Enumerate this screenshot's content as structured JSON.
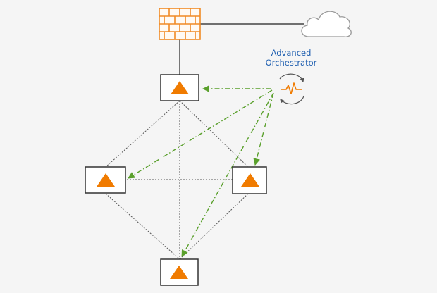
{
  "orchestrator": {
    "label_line1": "Advanced",
    "label_line2": "Orchestrator",
    "label_color": "#1f5fb0",
    "icon": "pulse-wave-icon"
  },
  "icons": {
    "firewall": "firewall-brick-icon",
    "cloud": "cloud-icon",
    "device": "orange-triangle-appliance-icon"
  },
  "colors": {
    "firewall": "#f08a24",
    "device_triangle": "#f07b00",
    "device_border": "#333333",
    "mesh_line": "#555555",
    "control_link": "#5aa02c",
    "cloud_stroke": "#9a9a9a",
    "orchestrator_arrows": "#555555",
    "background": "#f5f5f5"
  },
  "legend_semantics": {
    "dotted_lines": "device mesh",
    "green_dash_dot_arrows": "orchestrator control"
  }
}
